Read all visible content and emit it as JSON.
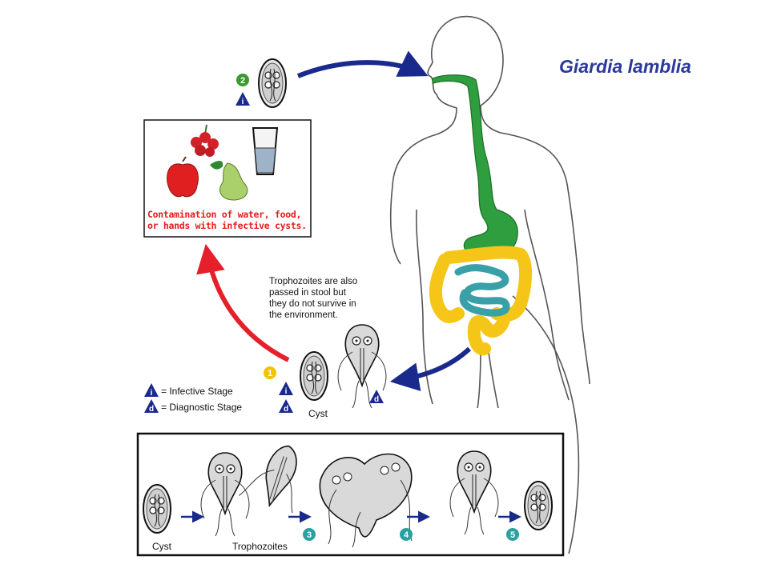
{
  "title": "Giardia lamblia",
  "contamination_text": [
    "Contamination of water, food,",
    "or hands  with infective cysts."
  ],
  "trophozoite_note": [
    "Trophozoites are also",
    "passed in stool but",
    "they do not survive in",
    "the environment."
  ],
  "legend": {
    "infective": "= Infective Stage",
    "diagnostic": "= Diagnostic Stage",
    "infective_symbol": "i",
    "diagnostic_symbol": "d"
  },
  "labels": {
    "cyst_main": "Cyst",
    "cyst_bottom": "Cyst",
    "trophozoites": "Trophozoites"
  },
  "steps": [
    "1",
    "2",
    "3",
    "4",
    "5"
  ],
  "colors": {
    "title": "#2b3a9a",
    "arrow_blue": "#1a2a8c",
    "arrow_red": "#e5202a",
    "gut_green": "#2e9e3e",
    "colon_yellow": "#f5c518",
    "intestine_teal": "#3aa0a8",
    "step_green": "#3a9a2e",
    "step_yellow": "#f2c400",
    "step_teal": "#2aa0a0",
    "contamination_text": "#e51b1b"
  }
}
